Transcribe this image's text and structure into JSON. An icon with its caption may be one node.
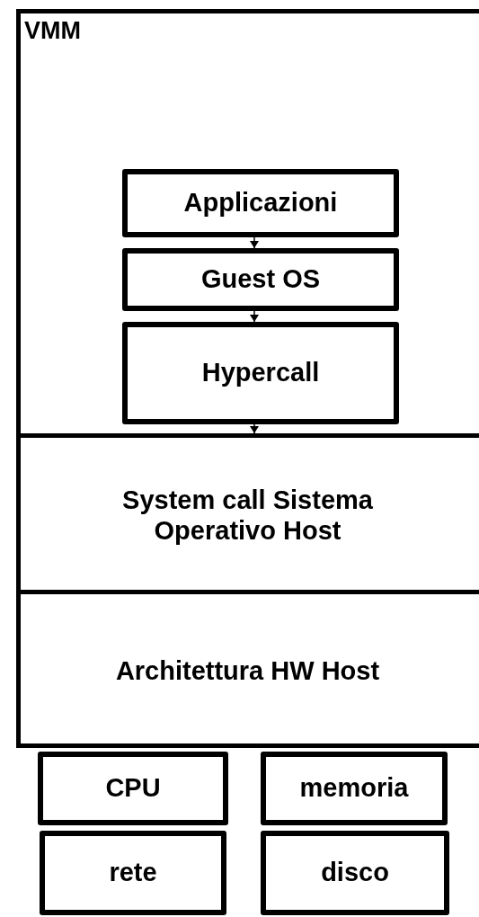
{
  "diagram": {
    "nodes": [
      {
        "text": [
          "VMM"
        ]
      },
      {
        "text": [
          "Applicazioni"
        ],
        "in": 0
      },
      {
        "text": [
          "Guest OS"
        ],
        "in": 0
      },
      {
        "text": [
          "Hypercall"
        ],
        "in": 0
      },
      {
        "text": [
          "System call Sistema Operativo Host"
        ],
        "in": 0
      },
      {
        "text": [
          "Architettura HW Host"
        ],
        "in": 0
      },
      {
        "text": [
          "CPU"
        ]
      },
      {
        "text": [
          "memoria"
        ]
      },
      {
        "text": [
          "rete"
        ]
      },
      {
        "text": [
          "disco"
        ]
      }
    ],
    "edges": [
      {
        "from": 1,
        "to": 2,
        "arrow": "to"
      },
      {
        "from": 2,
        "to": 3,
        "arrow": "to"
      },
      {
        "from": 3,
        "to": 4,
        "arrow": "to"
      }
    ]
  }
}
